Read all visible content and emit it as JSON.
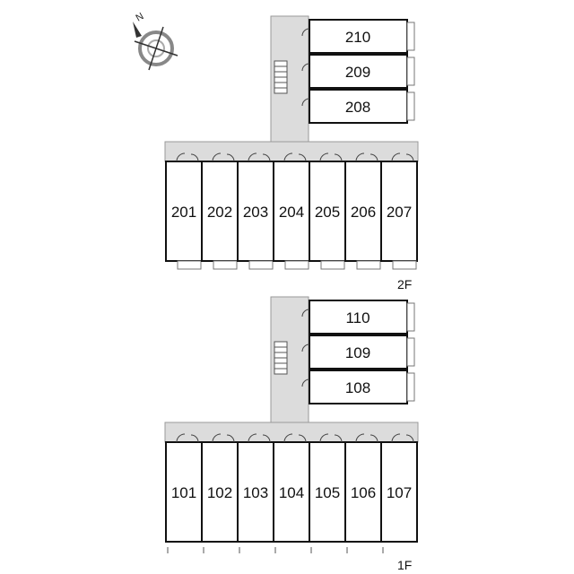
{
  "compass": {
    "north_label": "N"
  },
  "floors": [
    {
      "key": "2f",
      "label": "2F",
      "top_units": [
        "210",
        "209",
        "208"
      ],
      "bottom_units": [
        "201",
        "202",
        "203",
        "204",
        "205",
        "206",
        "207"
      ]
    },
    {
      "key": "1f",
      "label": "1F",
      "top_units": [
        "110",
        "109",
        "108"
      ],
      "bottom_units": [
        "101",
        "102",
        "103",
        "104",
        "105",
        "106",
        "107"
      ]
    }
  ],
  "colors": {
    "corridor": "#dcdcdc",
    "wall": "#111111"
  }
}
